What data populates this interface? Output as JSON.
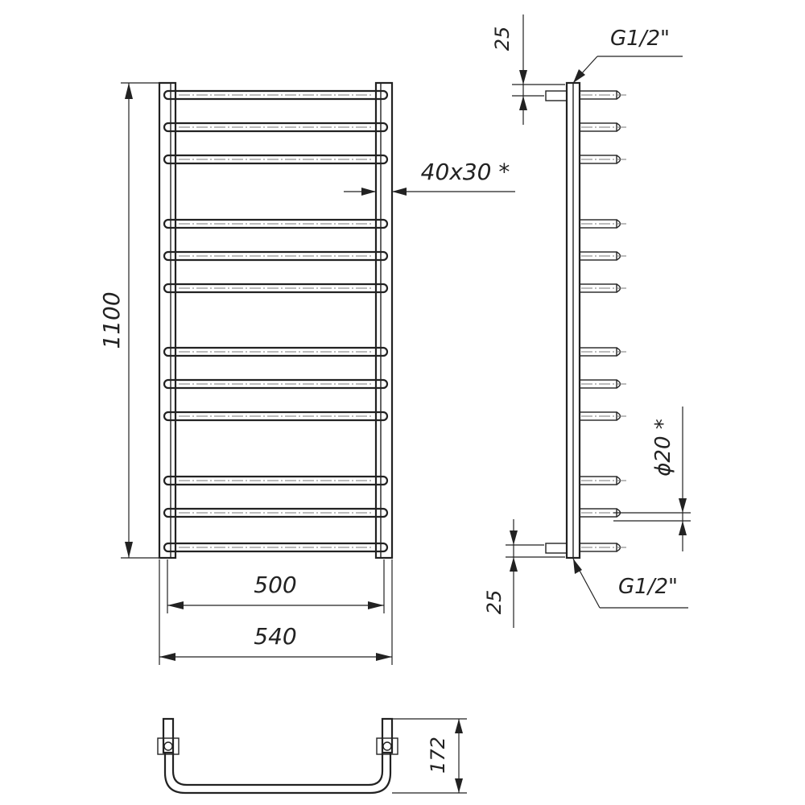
{
  "dimensions": {
    "height_total": "1100",
    "width_inner": "500",
    "width_total": "540",
    "profile": "40x30 *",
    "tube_diameter": "ϕ20 *",
    "connection_offset_top": "25",
    "connection_offset_bottom": "25",
    "depth": "172"
  },
  "connections": {
    "top": "G1/2\"",
    "bottom": "G1/2\""
  },
  "rungs": {
    "count": 12
  }
}
